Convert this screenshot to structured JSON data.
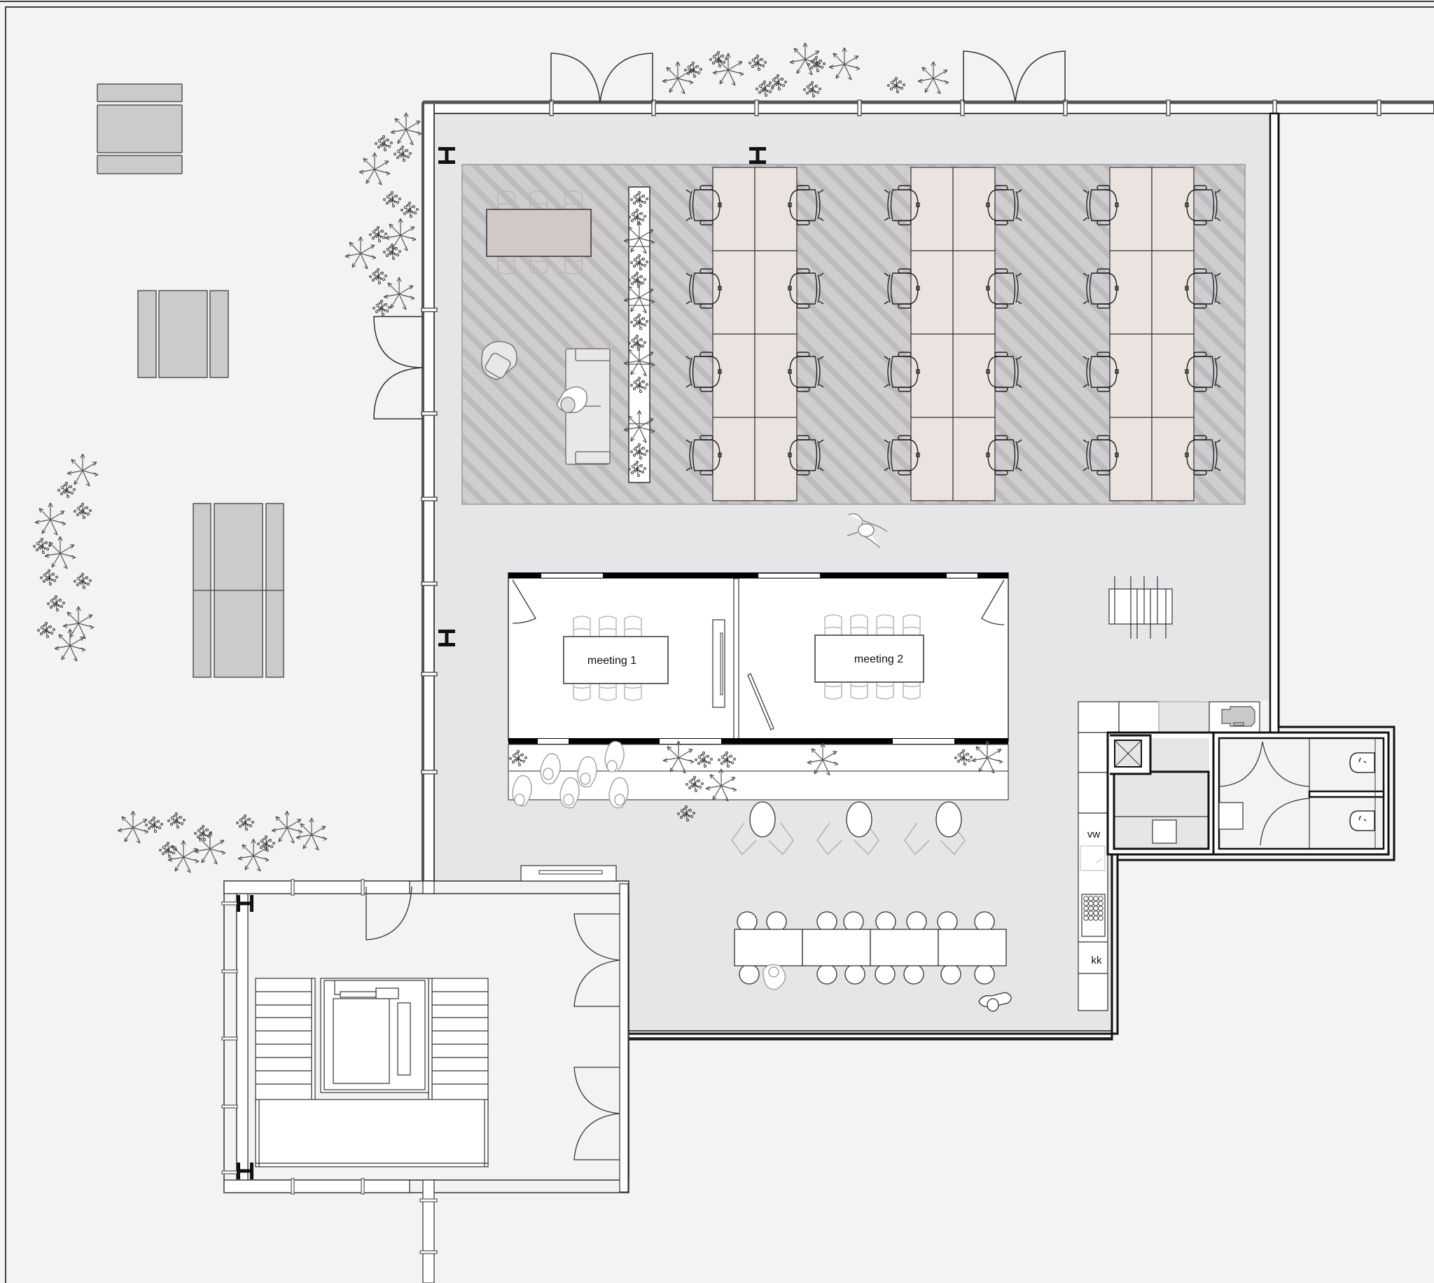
{
  "plan": {
    "title": "Office floor plan",
    "colors": {
      "background": "#f3f2f5",
      "interior_floor": "#e6e5e8",
      "rug": "#cfcdd0",
      "rug_stripe": "#bdbbbe",
      "desk": "#eae3df",
      "dining_table": "#d0c9c7",
      "outdoor_furniture": "#cbcacd",
      "wall": "#111111",
      "white": "#ffffff"
    },
    "rooms": {
      "meeting_1": "meeting 1",
      "meeting_2": "meeting 2"
    },
    "kitchen": {
      "vw_label": "vw",
      "kk_label": "kk"
    },
    "open_office": {
      "desk_clusters": 3,
      "desks_per_cluster": 8,
      "chairs_per_cluster": 8
    },
    "meeting_1_chairs": 6,
    "meeting_2_chairs": 8,
    "long_table_stools": 16,
    "cafe_tables": 3
  }
}
